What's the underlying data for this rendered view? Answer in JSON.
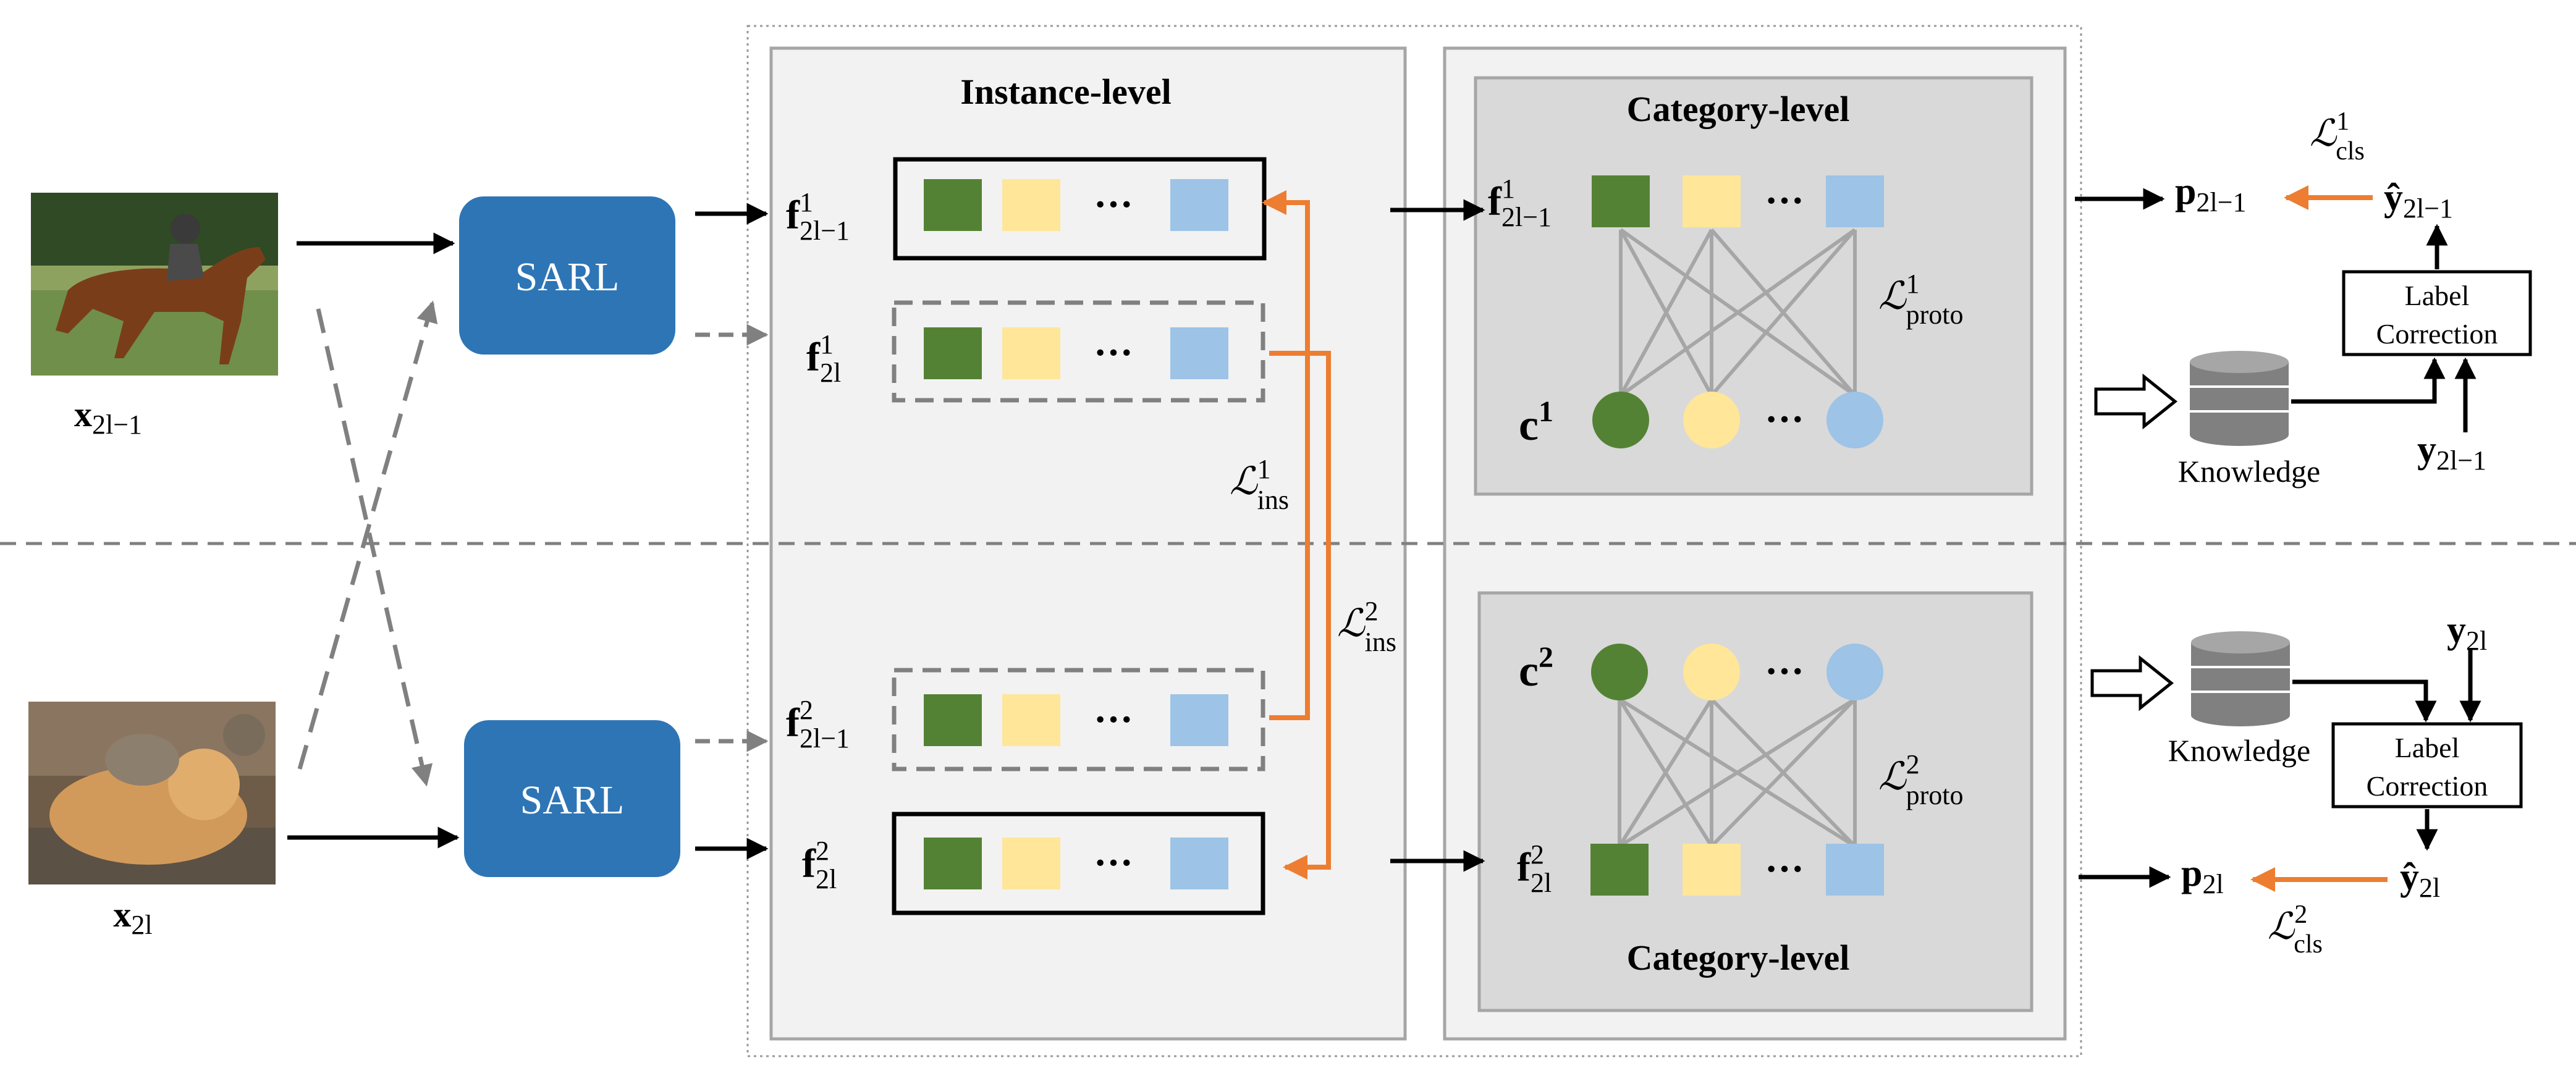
{
  "colors": {
    "green": "#548235",
    "yellow": "#FFE699",
    "blue": "#9DC3E6",
    "sarl": "#2E75B6",
    "orange": "#ED7D31",
    "panel": "#F2F2F2",
    "inner_panel": "#D9D9D9",
    "gray_arrow": "#808080"
  },
  "titles": {
    "instance": "Instance-level",
    "category_top": "Category-level",
    "category_bottom": "Category-level"
  },
  "sarl": {
    "top": "SARL",
    "bottom": "SARL"
  },
  "inputs": {
    "top": {
      "image": "horse-rider-photo",
      "label_base": "x",
      "label_sub": "2l−1"
    },
    "bottom": {
      "image": "cat-and-dog-photo",
      "label_base": "x",
      "label_sub": "2l"
    }
  },
  "features": {
    "f1_2l1": {
      "base": "f",
      "sup": "1",
      "sub": "2l−1"
    },
    "f1_2l": {
      "base": "f",
      "sup": "1",
      "sub": "2l"
    },
    "f2_2l1": {
      "base": "f",
      "sup": "2",
      "sub": "2l−1"
    },
    "f2_2l": {
      "base": "f",
      "sup": "2",
      "sub": "2l"
    }
  },
  "prototypes": {
    "c1": {
      "base": "c",
      "sup": "1"
    },
    "c2": {
      "base": "c",
      "sup": "2"
    }
  },
  "losses": {
    "ins1": {
      "base": "ℒ",
      "sup": "1",
      "sub": "ins"
    },
    "ins2": {
      "base": "ℒ",
      "sup": "2",
      "sub": "ins"
    },
    "proto1": {
      "base": "ℒ",
      "sup": "1",
      "sub": "proto"
    },
    "proto2": {
      "base": "ℒ",
      "sup": "2",
      "sub": "proto"
    },
    "cls1": {
      "base": "ℒ",
      "sup": "1",
      "sub": "cls"
    },
    "cls2": {
      "base": "ℒ",
      "sup": "2",
      "sub": "cls"
    }
  },
  "outputs": {
    "p_top": {
      "base": "p",
      "sub": "2l−1"
    },
    "p_bottom": {
      "base": "p",
      "sub": "2l"
    },
    "yhat_top": {
      "base": "ŷ",
      "sub": "2l−1"
    },
    "yhat_bottom": {
      "base": "ŷ",
      "sub": "2l"
    },
    "y_top": {
      "base": "y",
      "sub": "2l−1"
    },
    "y_bottom": {
      "base": "y",
      "sub": "2l"
    }
  },
  "knowledge": {
    "top": "Knowledge",
    "bottom": "Knowledge",
    "icon": "database-icon"
  },
  "label_correction": {
    "top": {
      "line1": "Label",
      "line2": "Correction"
    },
    "bottom": {
      "line1": "Label",
      "line2": "Correction"
    }
  },
  "ellipsis": "···"
}
